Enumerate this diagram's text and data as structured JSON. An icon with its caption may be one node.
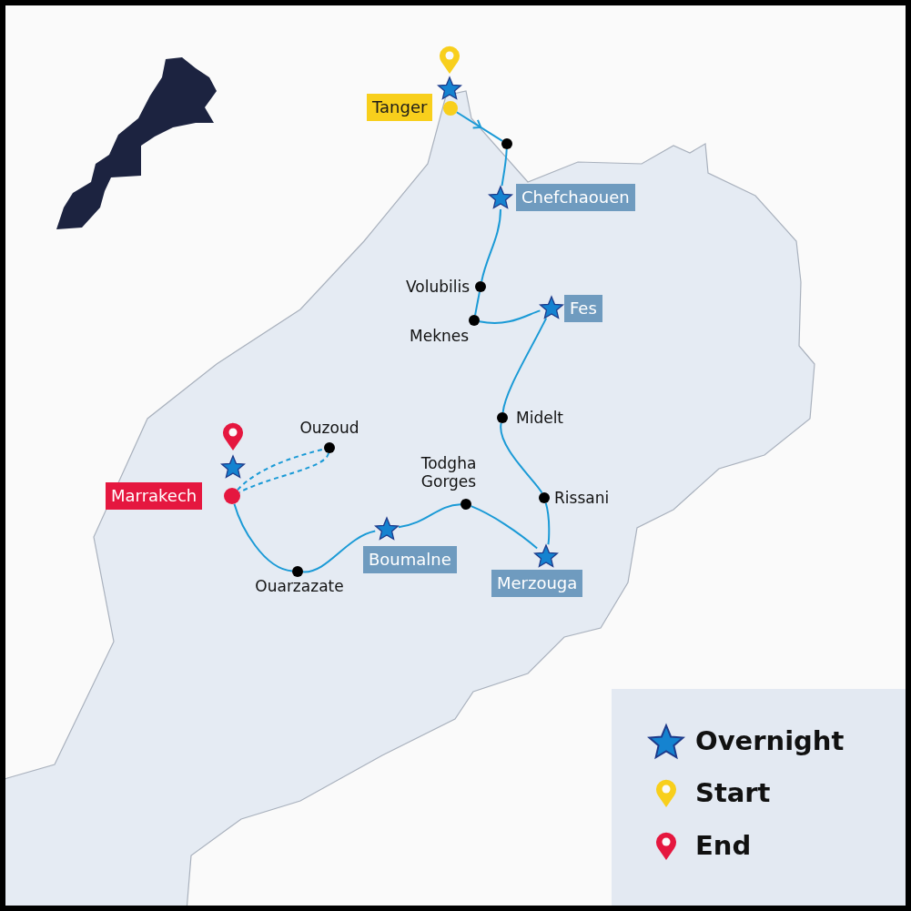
{
  "diagram": {
    "nodes": [
      {
        "text": [
          "Tanger"
        ]
      },
      {
        "text": [],
        "shape": "circle"
      },
      {
        "text": [
          "Chefchaouen"
        ]
      },
      {
        "text": [
          "Volubilis"
        ]
      },
      {
        "text": [
          "Meknes"
        ]
      },
      {
        "text": [
          "Fes"
        ]
      },
      {
        "text": [
          "Midelt"
        ]
      },
      {
        "text": [
          "Rissani"
        ]
      },
      {
        "text": [
          "Merzouga"
        ]
      },
      {
        "text": [
          "Todgha Gorges"
        ]
      },
      {
        "text": [
          "Boumalne"
        ]
      },
      {
        "text": [
          "Ouarzazate"
        ]
      },
      {
        "text": [
          "Marrakech"
        ]
      },
      {
        "text": [
          "Ouzoud"
        ]
      }
    ],
    "edges": [
      {
        "from": 0,
        "to": 1,
        "arrow": "to"
      },
      {
        "from": 1,
        "to": 2,
        "arrow": "none"
      },
      {
        "from": 2,
        "to": 3,
        "arrow": "none"
      },
      {
        "from": 3,
        "to": 4,
        "arrow": "none"
      },
      {
        "from": 4,
        "to": 5,
        "arrow": "none"
      },
      {
        "from": 5,
        "to": 6,
        "arrow": "none"
      },
      {
        "from": 6,
        "to": 7,
        "arrow": "none"
      },
      {
        "from": 7,
        "to": 8,
        "arrow": "none"
      },
      {
        "from": 8,
        "to": 9,
        "arrow": "none"
      },
      {
        "from": 9,
        "to": 10,
        "arrow": "none"
      },
      {
        "from": 10,
        "to": 11,
        "arrow": "none"
      },
      {
        "from": 11,
        "to": 12,
        "arrow": "none"
      },
      {
        "from": 12,
        "to": 13,
        "arrow": "none",
        "style": "dashed"
      },
      {
        "from": 13,
        "to": 12,
        "arrow": "none",
        "style": "dashed"
      }
    ],
    "legend": [
      {
        "text": "Overnight"
      },
      {
        "text": "Start"
      },
      {
        "text": "End"
      }
    ]
  }
}
